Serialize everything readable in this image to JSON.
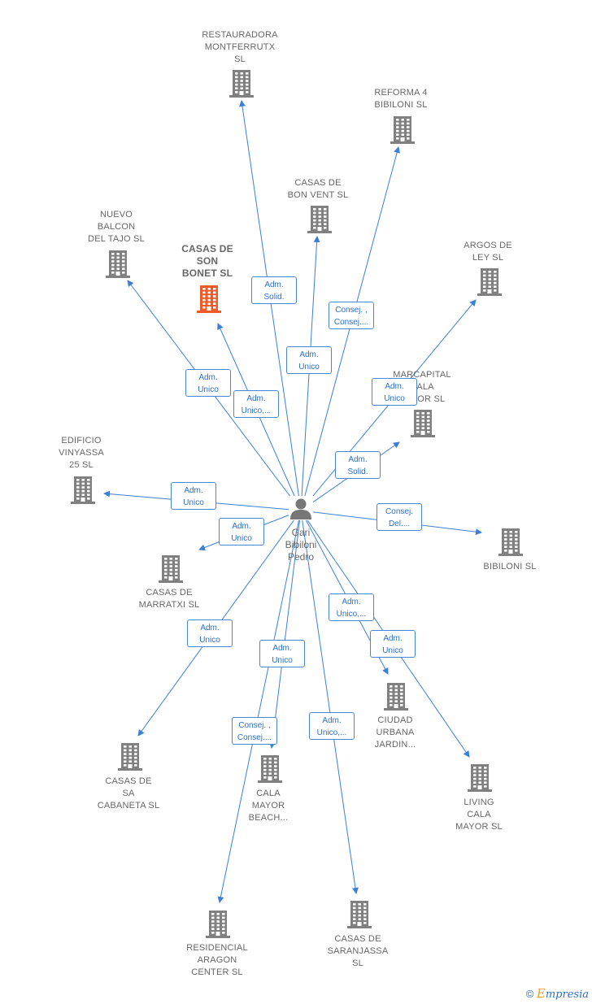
{
  "person": {
    "name": "Gari\nBibiloni\nPedro",
    "icon": "person-icon"
  },
  "colors": {
    "edge": "#3b7fd9",
    "building": "#808080",
    "highlight": "#f05a28"
  },
  "companies": [
    {
      "id": "restauradora",
      "name": "RESTAURADORA\nMONTFERRUTX\nSL",
      "highlight": false
    },
    {
      "id": "reforma4",
      "name": "REFORMA 4\nBIBILONI  SL",
      "highlight": false
    },
    {
      "id": "bonvent",
      "name": "CASAS DE\nBON VENT  SL",
      "highlight": false
    },
    {
      "id": "nuevobalcon",
      "name": "NUEVO\nBALCON\nDEL TAJO  SL",
      "highlight": false
    },
    {
      "id": "sonbonet",
      "name": "CASAS DE\nSON\nBONET  SL",
      "highlight": true
    },
    {
      "id": "argos",
      "name": "ARGOS DE\nLEY SL",
      "highlight": false
    },
    {
      "id": "marcapital",
      "name": "MARCAPITAL\nCALA\nMAJOR  SL",
      "highlight": false
    },
    {
      "id": "vinyassa",
      "name": "EDIFICIO\nVINYASSA\n25  SL",
      "highlight": false
    },
    {
      "id": "bibiloni",
      "name": "BIBILONI  SL",
      "highlight": false
    },
    {
      "id": "marratxi",
      "name": "CASAS DE\nMARRATXI SL",
      "highlight": false
    },
    {
      "id": "ciudadurbana",
      "name": "CIUDAD\nURBANA\nJARDIN...",
      "highlight": false
    },
    {
      "id": "sacabaneta",
      "name": "CASAS DE\nSA\nCABANETA  SL",
      "highlight": false
    },
    {
      "id": "calamayorbeach",
      "name": "CALA\nMAYOR\nBEACH...",
      "highlight": false
    },
    {
      "id": "livingcala",
      "name": "LIVING\nCALA\nMAYOR  SL",
      "highlight": false
    },
    {
      "id": "residencial",
      "name": "RESIDENCIAL\nARAGON\nCENTER  SL",
      "highlight": false
    },
    {
      "id": "saranjassa",
      "name": "CASAS DE\nSARANJASSA\nSL",
      "highlight": false
    }
  ],
  "relations": [
    {
      "to": "restauradora",
      "label": "Adm.\nSolid."
    },
    {
      "to": "reforma4",
      "label": "Consej. ,\nConsej...."
    },
    {
      "to": "bonvent",
      "label": "Adm.\nUnico"
    },
    {
      "to": "nuevobalcon",
      "label": "Adm.\nUnico"
    },
    {
      "to": "sonbonet",
      "label": "Adm.\nUnico,..."
    },
    {
      "to": "argos",
      "label": "Adm.\nUnico"
    },
    {
      "to": "marcapital",
      "label": "Adm.\nSolid."
    },
    {
      "to": "vinyassa",
      "label": "Adm.\nUnico"
    },
    {
      "to": "bibiloni",
      "label": "Consej.\nDel...."
    },
    {
      "to": "marratxi",
      "label": "Adm.\nUnico"
    },
    {
      "to": "ciudadurbana",
      "label": "Adm.\nUnico,..."
    },
    {
      "to": "sacabaneta",
      "label": "Adm.\nUnico"
    },
    {
      "to": "calamayorbeach",
      "label": "Adm.\nUnico"
    },
    {
      "to": "livingcala",
      "label": "Adm.\nUnico"
    },
    {
      "to": "residencial",
      "label": "Consej. ,\nConsej...."
    },
    {
      "to": "saranjassa",
      "label": "Adm.\nUnico,..."
    }
  ],
  "brand": {
    "copyright": "©",
    "initial": "E",
    "rest": "mpresia"
  }
}
